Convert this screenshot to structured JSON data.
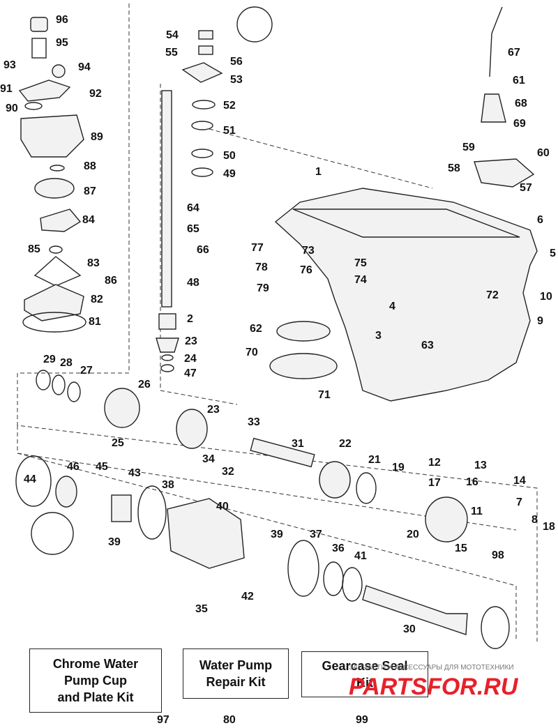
{
  "callouts": [
    "96",
    "95",
    "93",
    "94",
    "91",
    "92",
    "90",
    "89",
    "88",
    "87",
    "84",
    "85",
    "83",
    "86",
    "82",
    "81",
    "54",
    "55",
    "56",
    "53",
    "52",
    "51",
    "50",
    "49",
    "64",
    "65",
    "66",
    "48",
    "2",
    "23",
    "24",
    "47",
    "67",
    "61",
    "68",
    "69",
    "59",
    "60",
    "58",
    "57",
    "1",
    "6",
    "5",
    "10",
    "9",
    "77",
    "78",
    "79",
    "73",
    "76",
    "75",
    "74",
    "72",
    "4",
    "3",
    "63",
    "62",
    "70",
    "71",
    "29",
    "28",
    "27",
    "26",
    "25",
    "23",
    "33",
    "34",
    "32",
    "31",
    "22",
    "21",
    "19",
    "20",
    "17",
    "16",
    "11",
    "12",
    "13",
    "14",
    "7",
    "8",
    "18",
    "15",
    "98",
    "44",
    "46",
    "45",
    "43",
    "39",
    "38",
    "40",
    "39",
    "37",
    "36",
    "41",
    "42",
    "35",
    "30"
  ],
  "kits": [
    {
      "title": "Chrome Water\nPump Cup\nand Plate Kit",
      "number": "97"
    },
    {
      "title": "Water Pump\nRepair Kit",
      "number": "80"
    },
    {
      "title": "Gearcase Seal\nKit",
      "number": "99"
    }
  ],
  "watermark": {
    "tagline": "ЗАПЧАСТИ И АКСЕССУАРЫ ДЛЯ МОТОТЕХНИКИ",
    "brand": "PARTSFOR.RU",
    "color": "#e8202a"
  }
}
